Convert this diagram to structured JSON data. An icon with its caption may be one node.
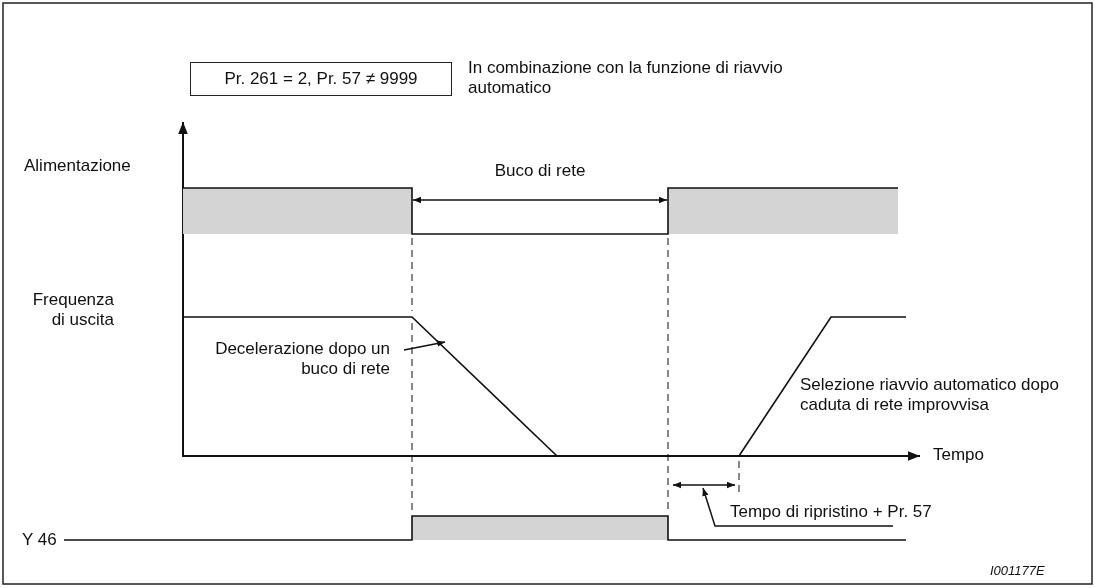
{
  "diagram": {
    "nodes": [
      {
        "text": [
          "Pr. 261 = 2, Pr. 57 ≠ 9999"
        ]
      },
      {
        "text": [
          "Decelerazione dopo un buco di rete"
        ]
      },
      {
        "text": [
          "Tempo di ripristino + Pr. 57"
        ]
      }
    ],
    "edges": [
      {
        "from": 1,
        "to": null,
        "arrow": "to"
      },
      {
        "from": 2,
        "to": null,
        "arrow": "to"
      }
    ],
    "labels": [
      "In combinazione con la funzione di riavvio automatico",
      "Alimentazione",
      "Buco di rete",
      "Frequenza di uscita",
      "Selezione riavvio automatico dopo caduta di rete improvvisa",
      "Tempo",
      "Y 46",
      "I001177E"
    ]
  }
}
